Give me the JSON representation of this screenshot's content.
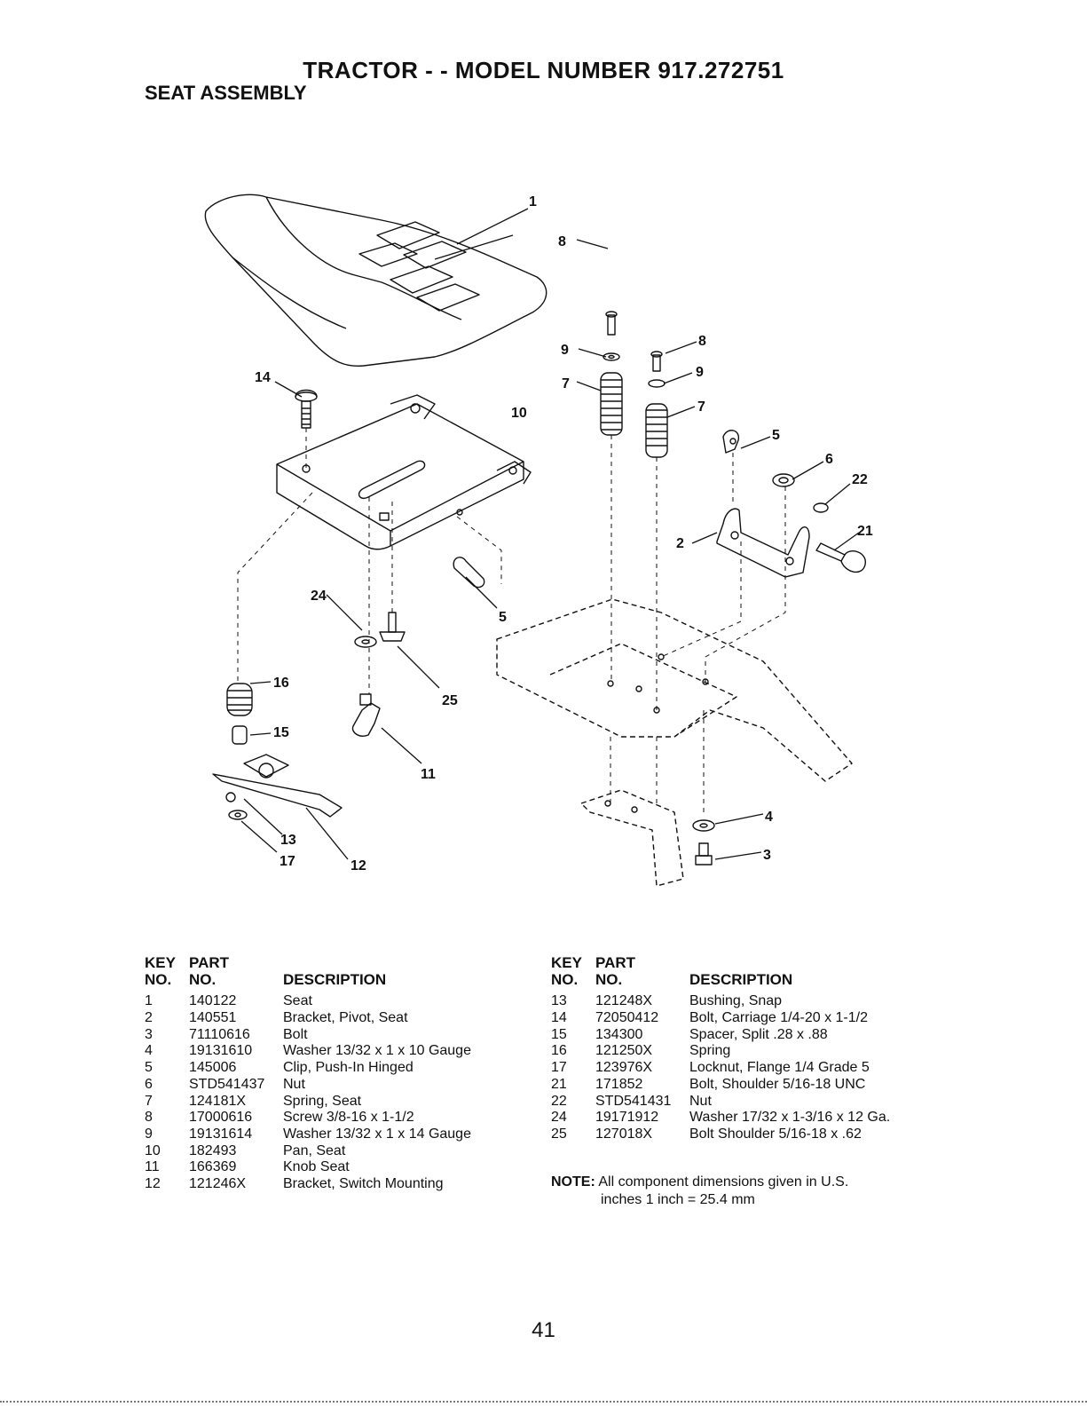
{
  "header": {
    "title": "TRACTOR - - MODEL NUMBER 917.272751",
    "subtitle": "SEAT ASSEMBLY"
  },
  "diagram": {
    "callouts": [
      "1",
      "8",
      "9",
      "8",
      "9",
      "7",
      "7",
      "10",
      "14",
      "5",
      "6",
      "22",
      "2",
      "21",
      "24",
      "5",
      "16",
      "25",
      "15",
      "11",
      "13",
      "17",
      "12",
      "4",
      "3"
    ]
  },
  "parts_table": {
    "headers": {
      "key_line1": "KEY",
      "key_line2": "NO.",
      "part_line1": "PART",
      "part_line2": "NO.",
      "description": "DESCRIPTION"
    },
    "left_rows": [
      {
        "key": "1",
        "part": "140122",
        "desc": "Seat"
      },
      {
        "key": "2",
        "part": "140551",
        "desc": "Bracket, Pivot, Seat"
      },
      {
        "key": "3",
        "part": "71110616",
        "desc": "Bolt"
      },
      {
        "key": "4",
        "part": "19131610",
        "desc": "Washer  13/32 x 1 x 10 Gauge"
      },
      {
        "key": "5",
        "part": "145006",
        "desc": "Clip, Push-In  Hinged"
      },
      {
        "key": "6",
        "part": "STD541437",
        "desc": "Nut"
      },
      {
        "key": "7",
        "part": "124181X",
        "desc": "Spring, Seat"
      },
      {
        "key": "8",
        "part": "17000616",
        "desc": "Screw  3/8-16 x 1-1/2"
      },
      {
        "key": "9",
        "part": "19131614",
        "desc": "Washer  13/32 x 1 x 14 Gauge"
      },
      {
        "key": "10",
        "part": "182493",
        "desc": "Pan, Seat"
      },
      {
        "key": "11",
        "part": "166369",
        "desc": "Knob Seat"
      },
      {
        "key": "12",
        "part": "121246X",
        "desc": "Bracket, Switch Mounting"
      }
    ],
    "right_rows": [
      {
        "key": "13",
        "part": "121248X",
        "desc": "Bushing, Snap"
      },
      {
        "key": "14",
        "part": "72050412",
        "desc": "Bolt, Carriage  1/4-20 x 1-1/2"
      },
      {
        "key": "15",
        "part": "134300",
        "desc": "Spacer, Split  .28 x  .88"
      },
      {
        "key": "16",
        "part": "121250X",
        "desc": "Spring"
      },
      {
        "key": "17",
        "part": "123976X",
        "desc": "Locknut, Flange  1/4 Grade 5"
      },
      {
        "key": "21",
        "part": "171852",
        "desc": "Bolt, Shoulder  5/16-18 UNC"
      },
      {
        "key": "22",
        "part": "STD541431",
        "desc": "Nut"
      },
      {
        "key": "24",
        "part": "19171912",
        "desc": "Washer  17/32 x 1-3/16 x 12 Ga."
      },
      {
        "key": "25",
        "part": "127018X",
        "desc": "Bolt Shoulder 5/16-18 x .62"
      }
    ]
  },
  "note": {
    "label": "NOTE:",
    "line1": " All component dimensions given in U.S.",
    "line2": "inches 1 inch = 25.4 mm"
  },
  "footer": {
    "page_number": "41"
  }
}
